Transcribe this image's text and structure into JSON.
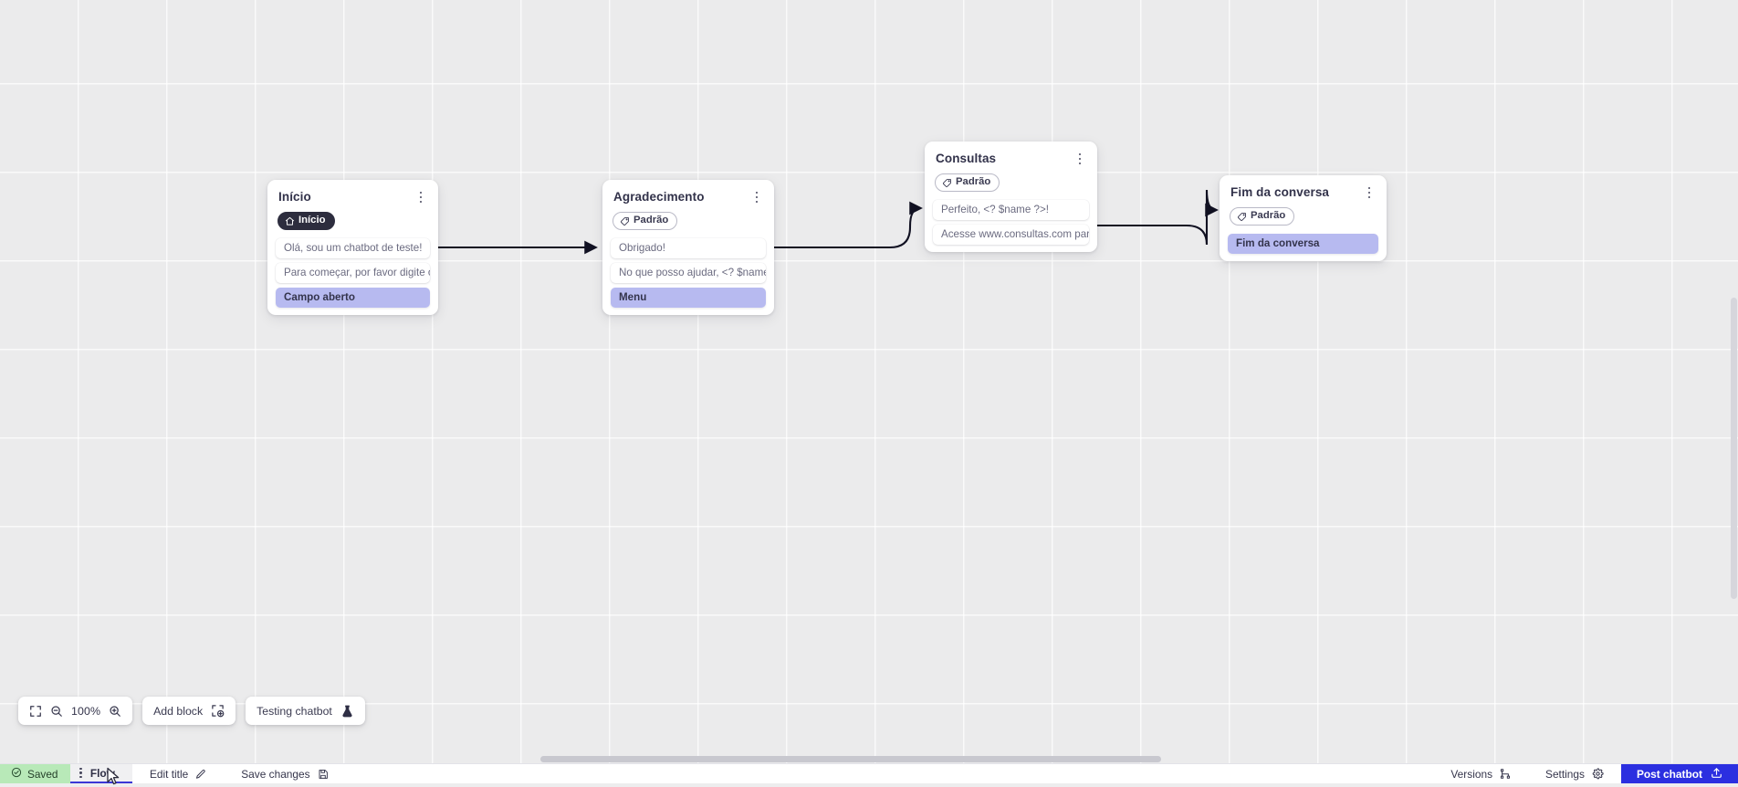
{
  "canvas": {
    "nodes": [
      {
        "id": "inicio",
        "title": "Início",
        "chip": {
          "label": "Início",
          "icon": "home-icon",
          "style": "dark"
        },
        "rows": [
          {
            "text": "Olá, sou um chatbot de teste!",
            "style": "plain"
          },
          {
            "text": "Para começar, por favor digite o ...",
            "style": "plain"
          },
          {
            "text": "Campo aberto",
            "style": "accent"
          }
        ],
        "menu_icon": "kebab-menu-icon"
      },
      {
        "id": "agradecimento",
        "title": "Agradecimento",
        "chip": {
          "label": "Padrão",
          "icon": "tag-icon",
          "style": "outline"
        },
        "rows": [
          {
            "text": "Obrigado!",
            "style": "plain"
          },
          {
            "text": "No que posso ajudar, <? $name ...",
            "style": "plain"
          },
          {
            "text": "Menu",
            "style": "accent"
          }
        ],
        "menu_icon": "kebab-menu-icon"
      },
      {
        "id": "consultas",
        "title": "Consultas",
        "chip": {
          "label": "Padrão",
          "icon": "tag-icon",
          "style": "outline"
        },
        "rows": [
          {
            "text": "Perfeito, <? $name ?>!",
            "style": "plain"
          },
          {
            "text": "Acesse www.consultas.com par...",
            "style": "plain"
          }
        ],
        "menu_icon": "kebab-menu-icon"
      },
      {
        "id": "fim",
        "title": "Fim da conversa",
        "chip": {
          "label": "Padrão",
          "icon": "tag-icon",
          "style": "outline"
        },
        "rows": [
          {
            "text": "Fim da conversa",
            "style": "accent"
          }
        ],
        "menu_icon": "kebab-menu-icon"
      }
    ]
  },
  "toolbar": {
    "fit_icon": "fit-screen-icon",
    "zoom_out_icon": "zoom-out-icon",
    "zoom_level": "100%",
    "zoom_in_icon": "zoom-in-icon",
    "add_block_label": "Add block",
    "add_block_icon": "add-block-icon",
    "testing_label": "Testing chatbot",
    "testing_icon": "flask-icon"
  },
  "bottombar": {
    "saved_label": "Saved",
    "saved_icon": "check-circle-icon",
    "saved_bg": "#b8e9b8",
    "tab_flow_label": "Flow",
    "tab_flow_menu_icon": "kebab-menu-icon",
    "edit_title_label": "Edit title",
    "edit_title_icon": "pencil-icon",
    "save_changes_label": "Save changes",
    "save_changes_icon": "floppy-disk-icon",
    "versions_label": "Versions",
    "versions_icon": "branch-icon",
    "settings_label": "Settings",
    "settings_icon": "gear-icon",
    "post_label": "Post chatbot",
    "post_icon": "upload-icon",
    "post_bg": "#2b2fe0"
  },
  "colors": {
    "accent_row": "#b7baf0",
    "chip_dark": "#2d2d3e",
    "brand_blue": "#2b2fe0",
    "canvas_bg": "#ebebec"
  }
}
